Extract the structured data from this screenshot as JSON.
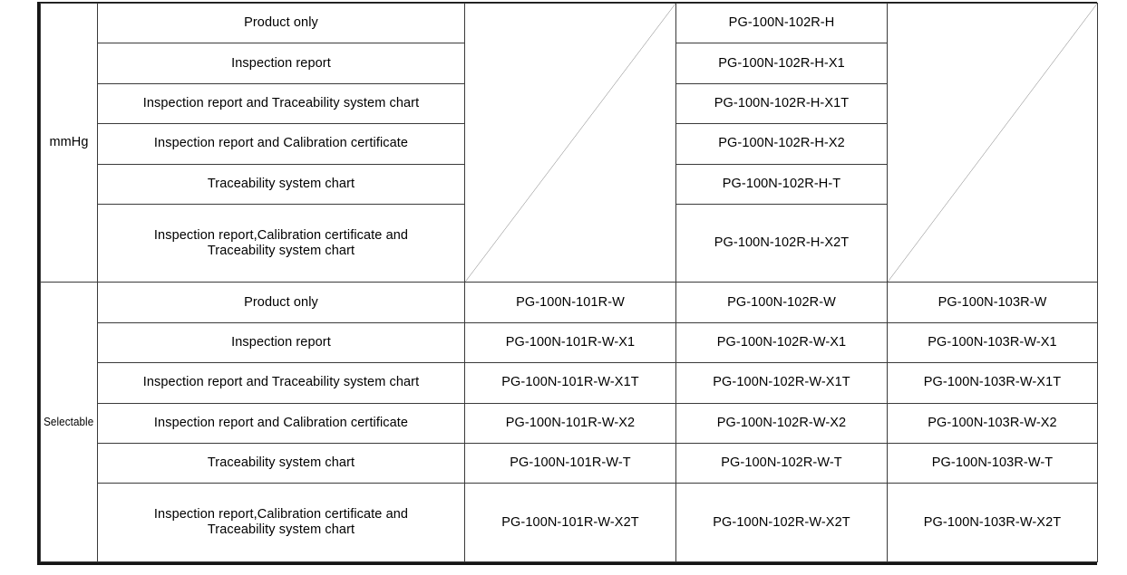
{
  "table": {
    "columns": [
      "unit",
      "documentation",
      "code_101R",
      "code_102R",
      "code_103R"
    ],
    "sections": [
      {
        "unit": "mmHg",
        "rows": [
          {
            "documentation": "Product only",
            "code_101R": "",
            "code_102R": "PG-100N-102R-H",
            "code_103R": ""
          },
          {
            "documentation": "Inspection report",
            "code_101R": "",
            "code_102R": "PG-100N-102R-H-X1",
            "code_103R": ""
          },
          {
            "documentation": "Inspection report and Traceability system chart",
            "code_101R": "",
            "code_102R": "PG-100N-102R-H-X1T",
            "code_103R": ""
          },
          {
            "documentation": "Inspection report and Calibration certificate",
            "code_101R": "",
            "code_102R": "PG-100N-102R-H-X2",
            "code_103R": ""
          },
          {
            "documentation": "Traceability system chart",
            "code_101R": "",
            "code_102R": "PG-100N-102R-H-T",
            "code_103R": ""
          },
          {
            "documentation": "Inspection report,Calibration certificate and\nTraceability system chart",
            "code_101R": "",
            "code_102R": "PG-100N-102R-H-X2T",
            "code_103R": ""
          }
        ]
      },
      {
        "unit": "Selectable",
        "rows": [
          {
            "documentation": "Product only",
            "code_101R": "PG-100N-101R-W",
            "code_102R": "PG-100N-102R-W",
            "code_103R": "PG-100N-103R-W"
          },
          {
            "documentation": "Inspection report",
            "code_101R": "PG-100N-101R-W-X1",
            "code_102R": "PG-100N-102R-W-X1",
            "code_103R": "PG-100N-103R-W-X1"
          },
          {
            "documentation": "Inspection report and Traceability system chart",
            "code_101R": "PG-100N-101R-W-X1T",
            "code_102R": "PG-100N-102R-W-X1T",
            "code_103R": "PG-100N-103R-W-X1T"
          },
          {
            "documentation": "Inspection report and Calibration certificate",
            "code_101R": "PG-100N-101R-W-X2",
            "code_102R": "PG-100N-102R-W-X2",
            "code_103R": "PG-100N-103R-W-X2"
          },
          {
            "documentation": "Traceability system chart",
            "code_101R": "PG-100N-101R-W-T",
            "code_102R": "PG-100N-102R-W-T",
            "code_103R": "PG-100N-103R-W-T"
          },
          {
            "documentation": "Inspection report,Calibration certificate and\nTraceability system chart",
            "code_101R": "PG-100N-101R-W-X2T",
            "code_102R": "PG-100N-102R-W-X2T",
            "code_103R": "PG-100N-103R-W-X2T"
          }
        ]
      }
    ],
    "merged_empty_cells": [
      {
        "section": "mmHg",
        "column": "code_101R",
        "marker": "diagonal-slash"
      },
      {
        "section": "mmHg",
        "column": "code_103R",
        "marker": "diagonal-slash"
      }
    ],
    "colors": {
      "unit_cell_background": "#e1e9f5",
      "grid_line": "#3a3a3a",
      "outer_border": "#151515",
      "cell_background": "#ffffff",
      "text": "#000000"
    }
  }
}
